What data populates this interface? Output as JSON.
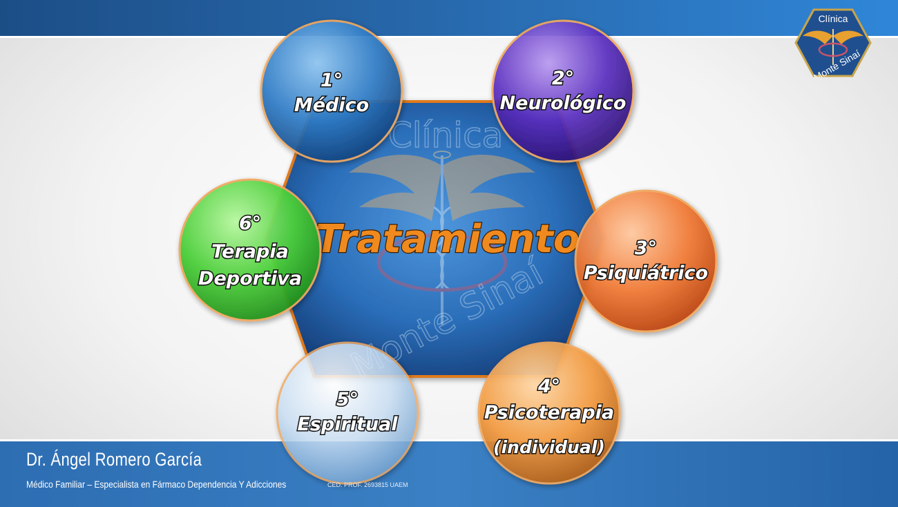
{
  "center": {
    "title": "Tratamiento",
    "watermark_top": "Clínica",
    "watermark_bottom": "Monte Sinaí"
  },
  "steps": [
    {
      "number": "1°",
      "lines": [
        "Médico"
      ],
      "color": "blue"
    },
    {
      "number": "2°",
      "lines": [
        "Neurológico"
      ],
      "color": "purple"
    },
    {
      "number": "3°",
      "lines": [
        "Psiquiátrico"
      ],
      "color": "orange"
    },
    {
      "number": "4°",
      "lines": [
        "Psicoterapia",
        "(individual)"
      ],
      "color": "orange-light"
    },
    {
      "number": "5°",
      "lines": [
        "Espiritual"
      ],
      "color": "light-blue"
    },
    {
      "number": "6°",
      "lines": [
        "Terapia",
        "Deportiva"
      ],
      "color": "green"
    }
  ],
  "logo": {
    "line1": "Clínica",
    "line2": "Monte Sinaí"
  },
  "footer": {
    "name": "Dr. Ángel Romero García",
    "subtitle": "Médico Familiar – Especialista en Fármaco Dependencia Y Adicciones",
    "ced": "CED. PROF. 2693815 UAEM"
  },
  "colors": {
    "accent": "#f08a1e",
    "bar_blue": "#2a6fb5"
  }
}
